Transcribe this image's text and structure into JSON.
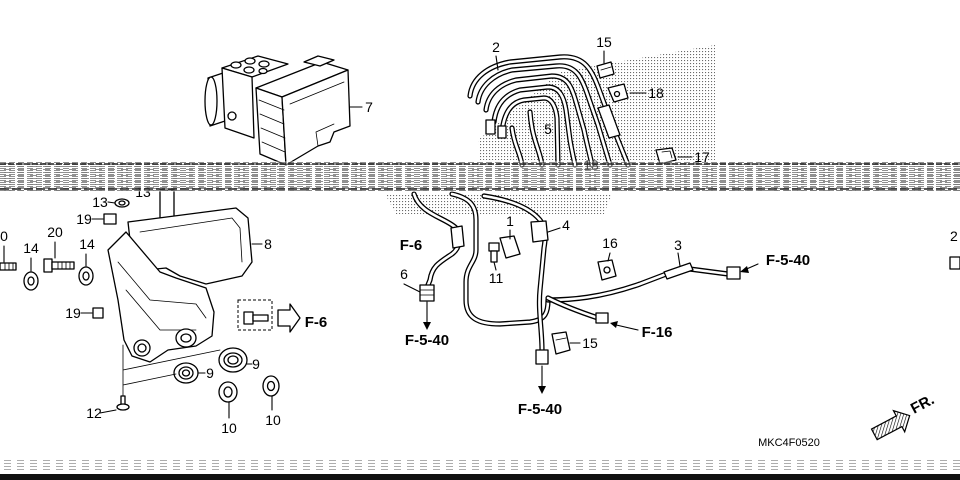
{
  "callouts": {
    "abs_area": [
      "2",
      "15",
      "18",
      "7",
      "5",
      "17",
      "18"
    ],
    "bracket_area": [
      "13",
      "13",
      "19",
      "20",
      "0",
      "14",
      "14",
      "8",
      "19",
      "9",
      "9",
      "12",
      "10",
      "10"
    ],
    "pipe_area": [
      "1",
      "4",
      "16",
      "3",
      "6",
      "11",
      "15",
      "2"
    ]
  },
  "references": [
    "F-6",
    "F-5-40",
    "F-6",
    "F-5-40",
    "F-16",
    "F-5-40"
  ],
  "direction_mark": "FR.",
  "diagram_code": "MKC4F0520",
  "colors": {
    "line": "#000000",
    "background": "#ffffff",
    "stipple": "#6a6a6a"
  }
}
